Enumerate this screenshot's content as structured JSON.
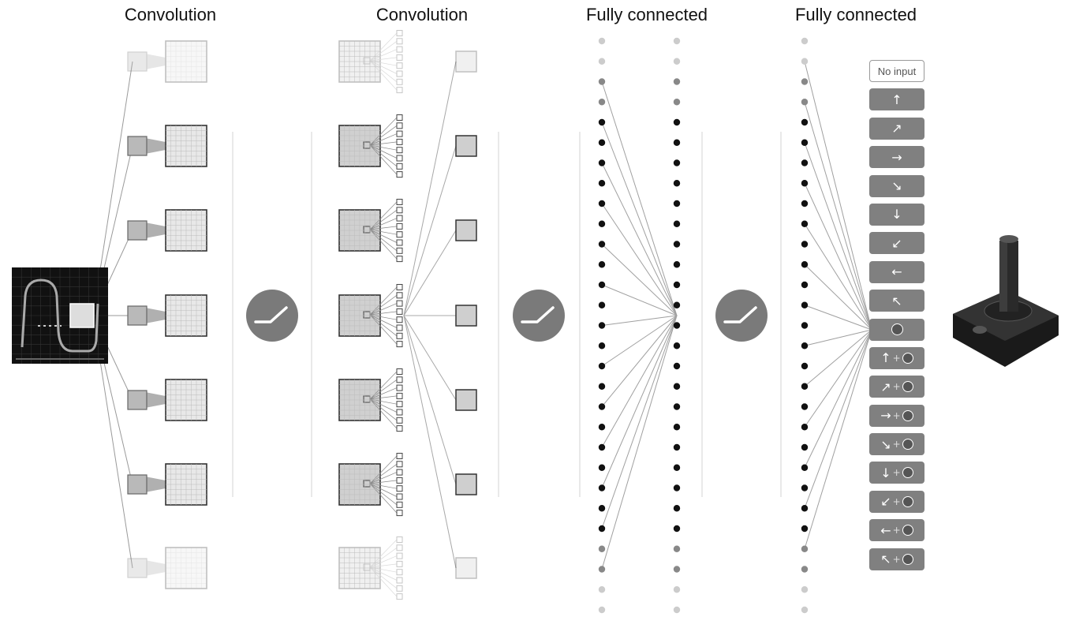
{
  "titles": {
    "conv1": "Convolution",
    "conv2": "Convolution",
    "fc1": "Fully connected",
    "fc2": "Fully connected"
  },
  "relu_icon": "relu-activation-icon",
  "joystick_icon": "joystick-icon",
  "actions": {
    "no_input": "No input",
    "up": "↑",
    "up_right": "↗",
    "right": "→",
    "down_right": "↘",
    "down": "↓",
    "down_left": "↙",
    "left": "←",
    "up_left": "↖",
    "plus": "+"
  },
  "colors": {
    "relu": "#7a7a7a",
    "action_button": "#808080",
    "screen": "#111111"
  }
}
